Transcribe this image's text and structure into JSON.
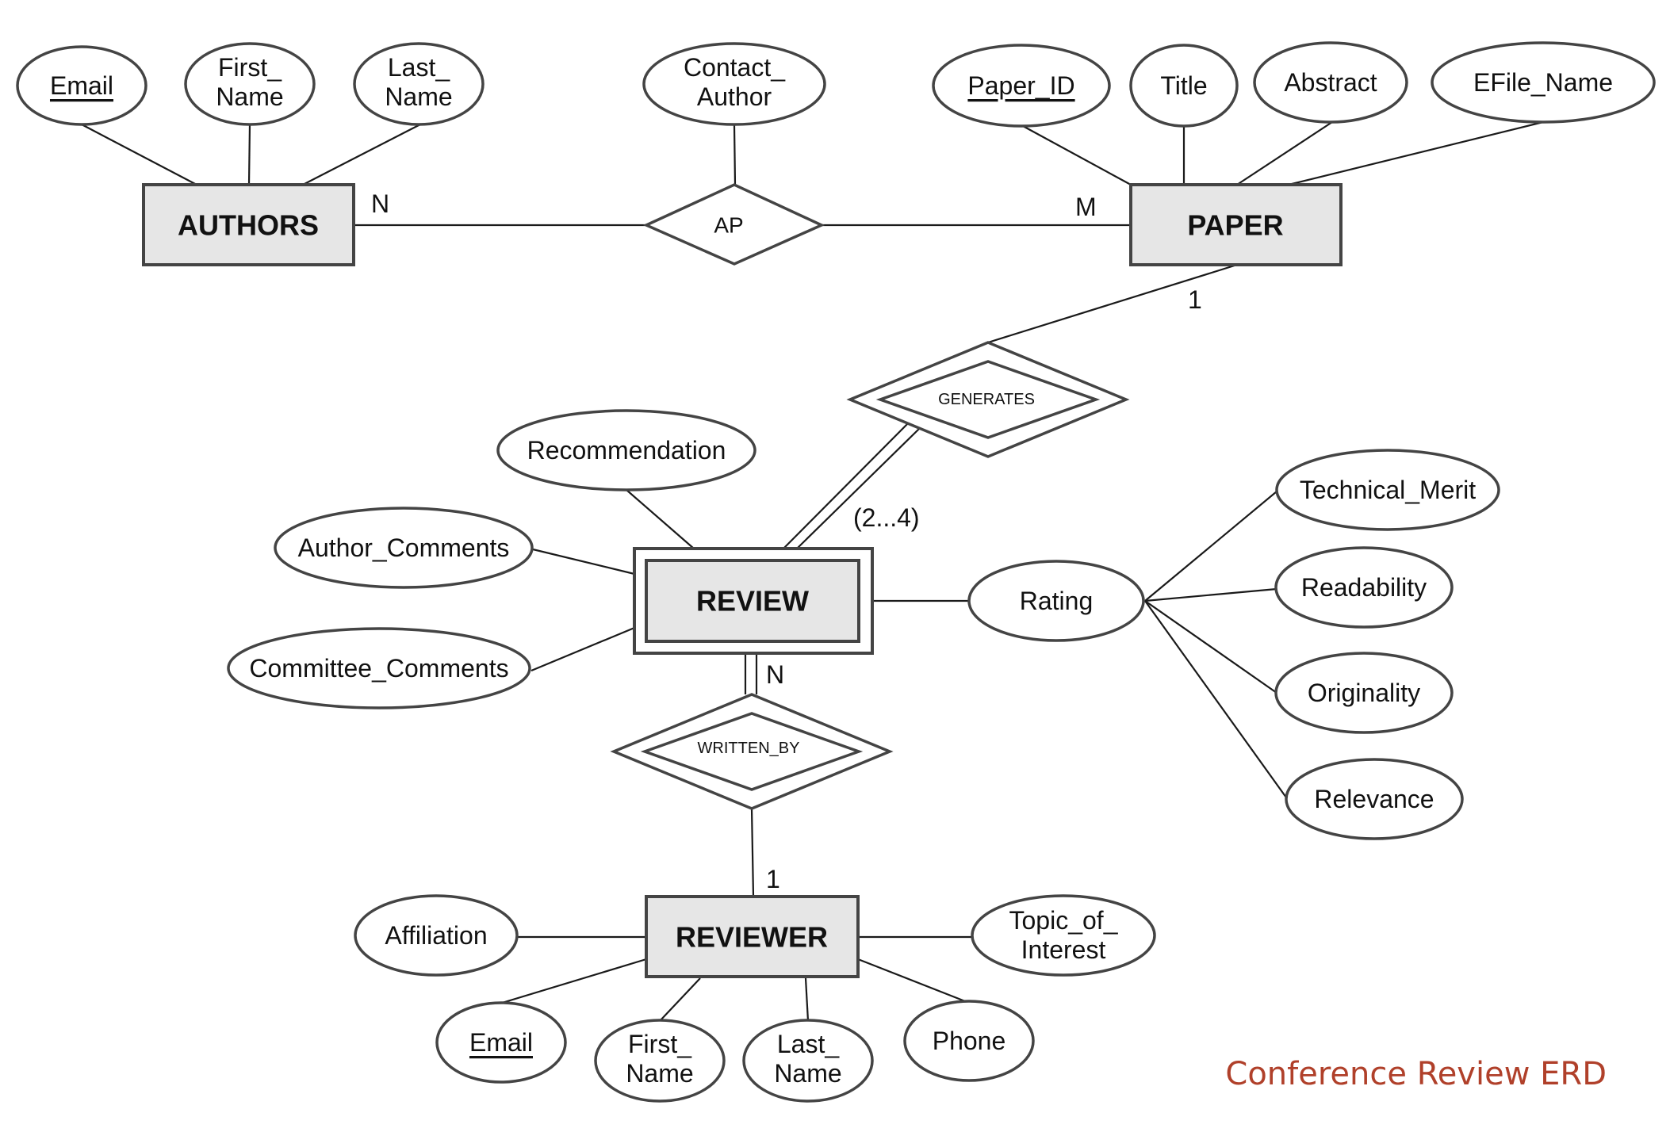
{
  "diagram": {
    "caption": "Conference Review ERD",
    "entities": {
      "authors": "AUTHORS",
      "paper": "PAPER",
      "review": "REVIEW",
      "reviewer": "REVIEWER"
    },
    "relationships": {
      "ap": "AP",
      "generates": "GENERATES",
      "written_by": "WRITTEN_BY"
    },
    "attributes": {
      "authors_email": "Email",
      "authors_first_name": [
        "First_",
        "Name"
      ],
      "authors_last_name": [
        "Last_",
        "Name"
      ],
      "contact_author": [
        "Contact_",
        "Author"
      ],
      "paper_id": "Paper_ID",
      "title": "Title",
      "abstract": "Abstract",
      "efile_name": "EFile_Name",
      "recommendation": "Recommendation",
      "author_comments": "Author_Comments",
      "committee_comments": "Committee_Comments",
      "rating": "Rating",
      "technical_merit": "Technical_Merit",
      "readability": "Readability",
      "originality": "Originality",
      "relevance": "Relevance",
      "affiliation": "Affiliation",
      "topic_of_interest": [
        "Topic_of_",
        "Interest"
      ],
      "reviewer_email": "Email",
      "reviewer_first_name": [
        "First_",
        "Name"
      ],
      "reviewer_last_name": [
        "Last_",
        "Name"
      ],
      "phone": "Phone"
    },
    "cardinalities": {
      "authors_ap": "N",
      "paper_ap": "M",
      "paper_generates": "1",
      "review_generates": "(2...4)",
      "review_written_by": "N",
      "reviewer_written_by": "1"
    }
  }
}
